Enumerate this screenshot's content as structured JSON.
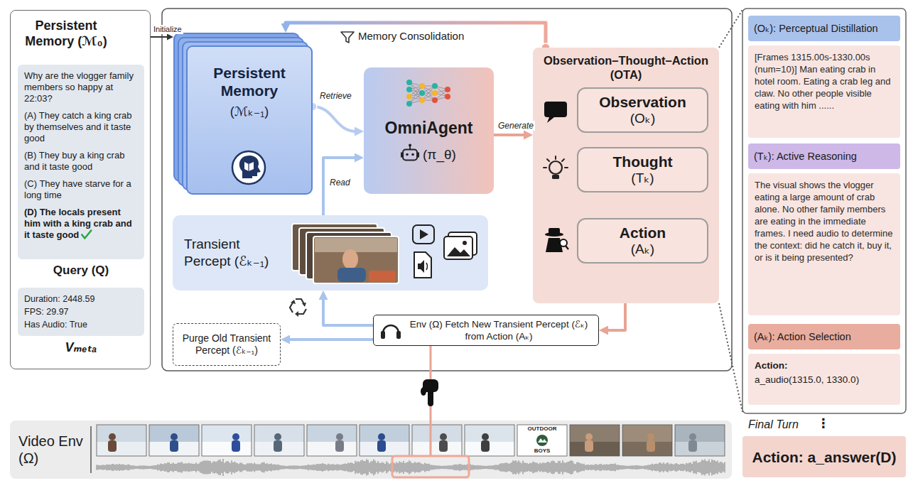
{
  "diagram": {
    "nodes": [
      {
        "text": [
          "Persistent Memory (ℳ₀)"
        ]
      },
      {
        "text": [
          "Why are the vlogger family members so happy at 22:03?",
          "(A) They catch a king crab by themselves and it taste good",
          "(B) They buy a king crab and it taste good",
          "(C) They have starve for a long time",
          "(D) The locals present him with a king crab and it taste good",
          "Query (Q)"
        ],
        "in": 0
      },
      {
        "text": [
          "Duration: 2448.59",
          "FPS: 29.97",
          "Has Audio: True",
          "Vₘₑₜₐ"
        ],
        "in": 0
      },
      {
        "text": [
          "Persistent Memory",
          "(ℳₖ₋₁)"
        ]
      },
      {
        "text": [
          "OmniAgent",
          "(π_θ)"
        ]
      },
      {
        "text": [
          "Transient Percept (ℰₖ₋₁)"
        ]
      },
      {
        "text": [
          "Observation–Thought–Action (OTA)"
        ]
      },
      {
        "text": [
          "Observation",
          "(Oₖ)"
        ],
        "in": 6
      },
      {
        "text": [
          "Thought",
          "(Tₖ)"
        ],
        "in": 6
      },
      {
        "text": [
          "Action",
          "(Aₖ)"
        ],
        "in": 6
      },
      {
        "text": [
          "Purge Old Transient Percept (ℰₖ₋₁)"
        ]
      },
      {
        "text": [
          "Env (Ω) Fetch New Transient Percept (ℰₖ) from Action (Aₖ)"
        ]
      },
      {
        "text": [
          "(Oₖ): Perceptual Distillation"
        ]
      },
      {
        "text": [
          "[Frames 1315.00s-1330.00s (num=10)] Man eating crab in hotel room. Eating a crab leg and claw. No other people visible eating with him ......"
        ]
      },
      {
        "text": [
          "(Tₖ): Active Reasoning"
        ]
      },
      {
        "text": [
          "The visual shows the vlogger eating a large amount of crab alone. No other family members are eating in the immediate frames. I need audio to determine the context: did he catch it, buy it, or is it being presented?"
        ]
      },
      {
        "text": [
          "(Aₖ): Action Selection"
        ]
      },
      {
        "text": [
          "Action:",
          "a_audio(1315.0, 1330.0)"
        ]
      },
      {
        "text": [
          "Action: a_answer(D)"
        ]
      },
      {
        "text": [
          "Video Env (Ω)"
        ]
      }
    ],
    "edges": [
      {
        "from": 0,
        "to": 3,
        "arrow": "to",
        "label": "Initialize"
      },
      {
        "from": 6,
        "to": 3,
        "arrow": "to",
        "label": "Memory Consolidation"
      },
      {
        "from": 3,
        "to": 4,
        "arrow": "to",
        "label": "Retrieve"
      },
      {
        "from": 5,
        "to": 4,
        "arrow": "to",
        "label": "Read"
      },
      {
        "from": 4,
        "to": 6,
        "arrow": "to",
        "label": "Generate"
      },
      {
        "from": 7,
        "to": 8,
        "arrow": "to"
      },
      {
        "from": 8,
        "to": 9,
        "arrow": "to"
      },
      {
        "from": 6,
        "to": 11,
        "arrow": "to"
      },
      {
        "from": 11,
        "to": 5,
        "arrow": "to"
      },
      {
        "from": 11,
        "to": 10,
        "arrow": "to"
      },
      {
        "from": 11,
        "to": 19,
        "arrow": "none"
      }
    ],
    "labels": [
      "Final Turn",
      "⋮",
      "OUTDOOR",
      "BOYS"
    ]
  }
}
